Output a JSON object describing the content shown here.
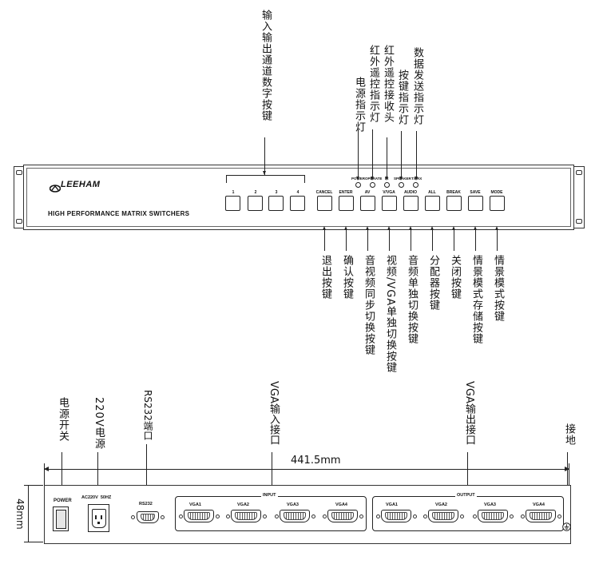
{
  "front": {
    "brand": "LEEHAM",
    "subtitle": "HIGH PERFORMANCE MATRIX SWITCHERS",
    "digit_buttons": [
      "1",
      "2",
      "3",
      "4"
    ],
    "func_buttons": [
      "CANCEL",
      "ENTER",
      "AV",
      "V/VGA",
      "AUDIO",
      "ALL",
      "BREAK",
      "SAVE",
      "MODE"
    ],
    "leds": [
      "POWER",
      "OPERATE",
      "IR",
      "SPEAKER",
      "TX/RX"
    ]
  },
  "top_labels": {
    "digit": "输入输出通道数字按键",
    "power_led": "电源指示灯",
    "operate_led": "红外遥控指示灯",
    "ir": "红外遥控接收头",
    "speaker": "按键指示灯",
    "txrx": "数据发送指示灯"
  },
  "bottom_labels": {
    "cancel": "退出按键",
    "enter": "确认按键",
    "av": "音视频同步切换按键",
    "vvga": "视频/VGA单独切换按键",
    "audio": "音频单独切换按键",
    "all": "分配器按键",
    "break": "关闭按键",
    "save": "情景模式存储按键",
    "mode": "情景模式按键"
  },
  "rear_labels": {
    "power_switch": "电源开关",
    "ac_power": "220V电源",
    "rs232": "RS232端口",
    "vga_in": "VGA输入接口",
    "vga_out": "VGA输出接口",
    "ground": "接地"
  },
  "dimensions": {
    "width": "441.5mm",
    "height": "48mm"
  },
  "rear": {
    "power": "POWER",
    "ac": "AC220V  50HZ",
    "rs232": "RS232",
    "input": "INPUT",
    "output": "OUTPUT",
    "inputs": [
      "VGA1",
      "VGA2",
      "VGA3",
      "VGA4"
    ],
    "outputs": [
      "VGA1",
      "VGA2",
      "VGA3",
      "VGA4"
    ]
  }
}
